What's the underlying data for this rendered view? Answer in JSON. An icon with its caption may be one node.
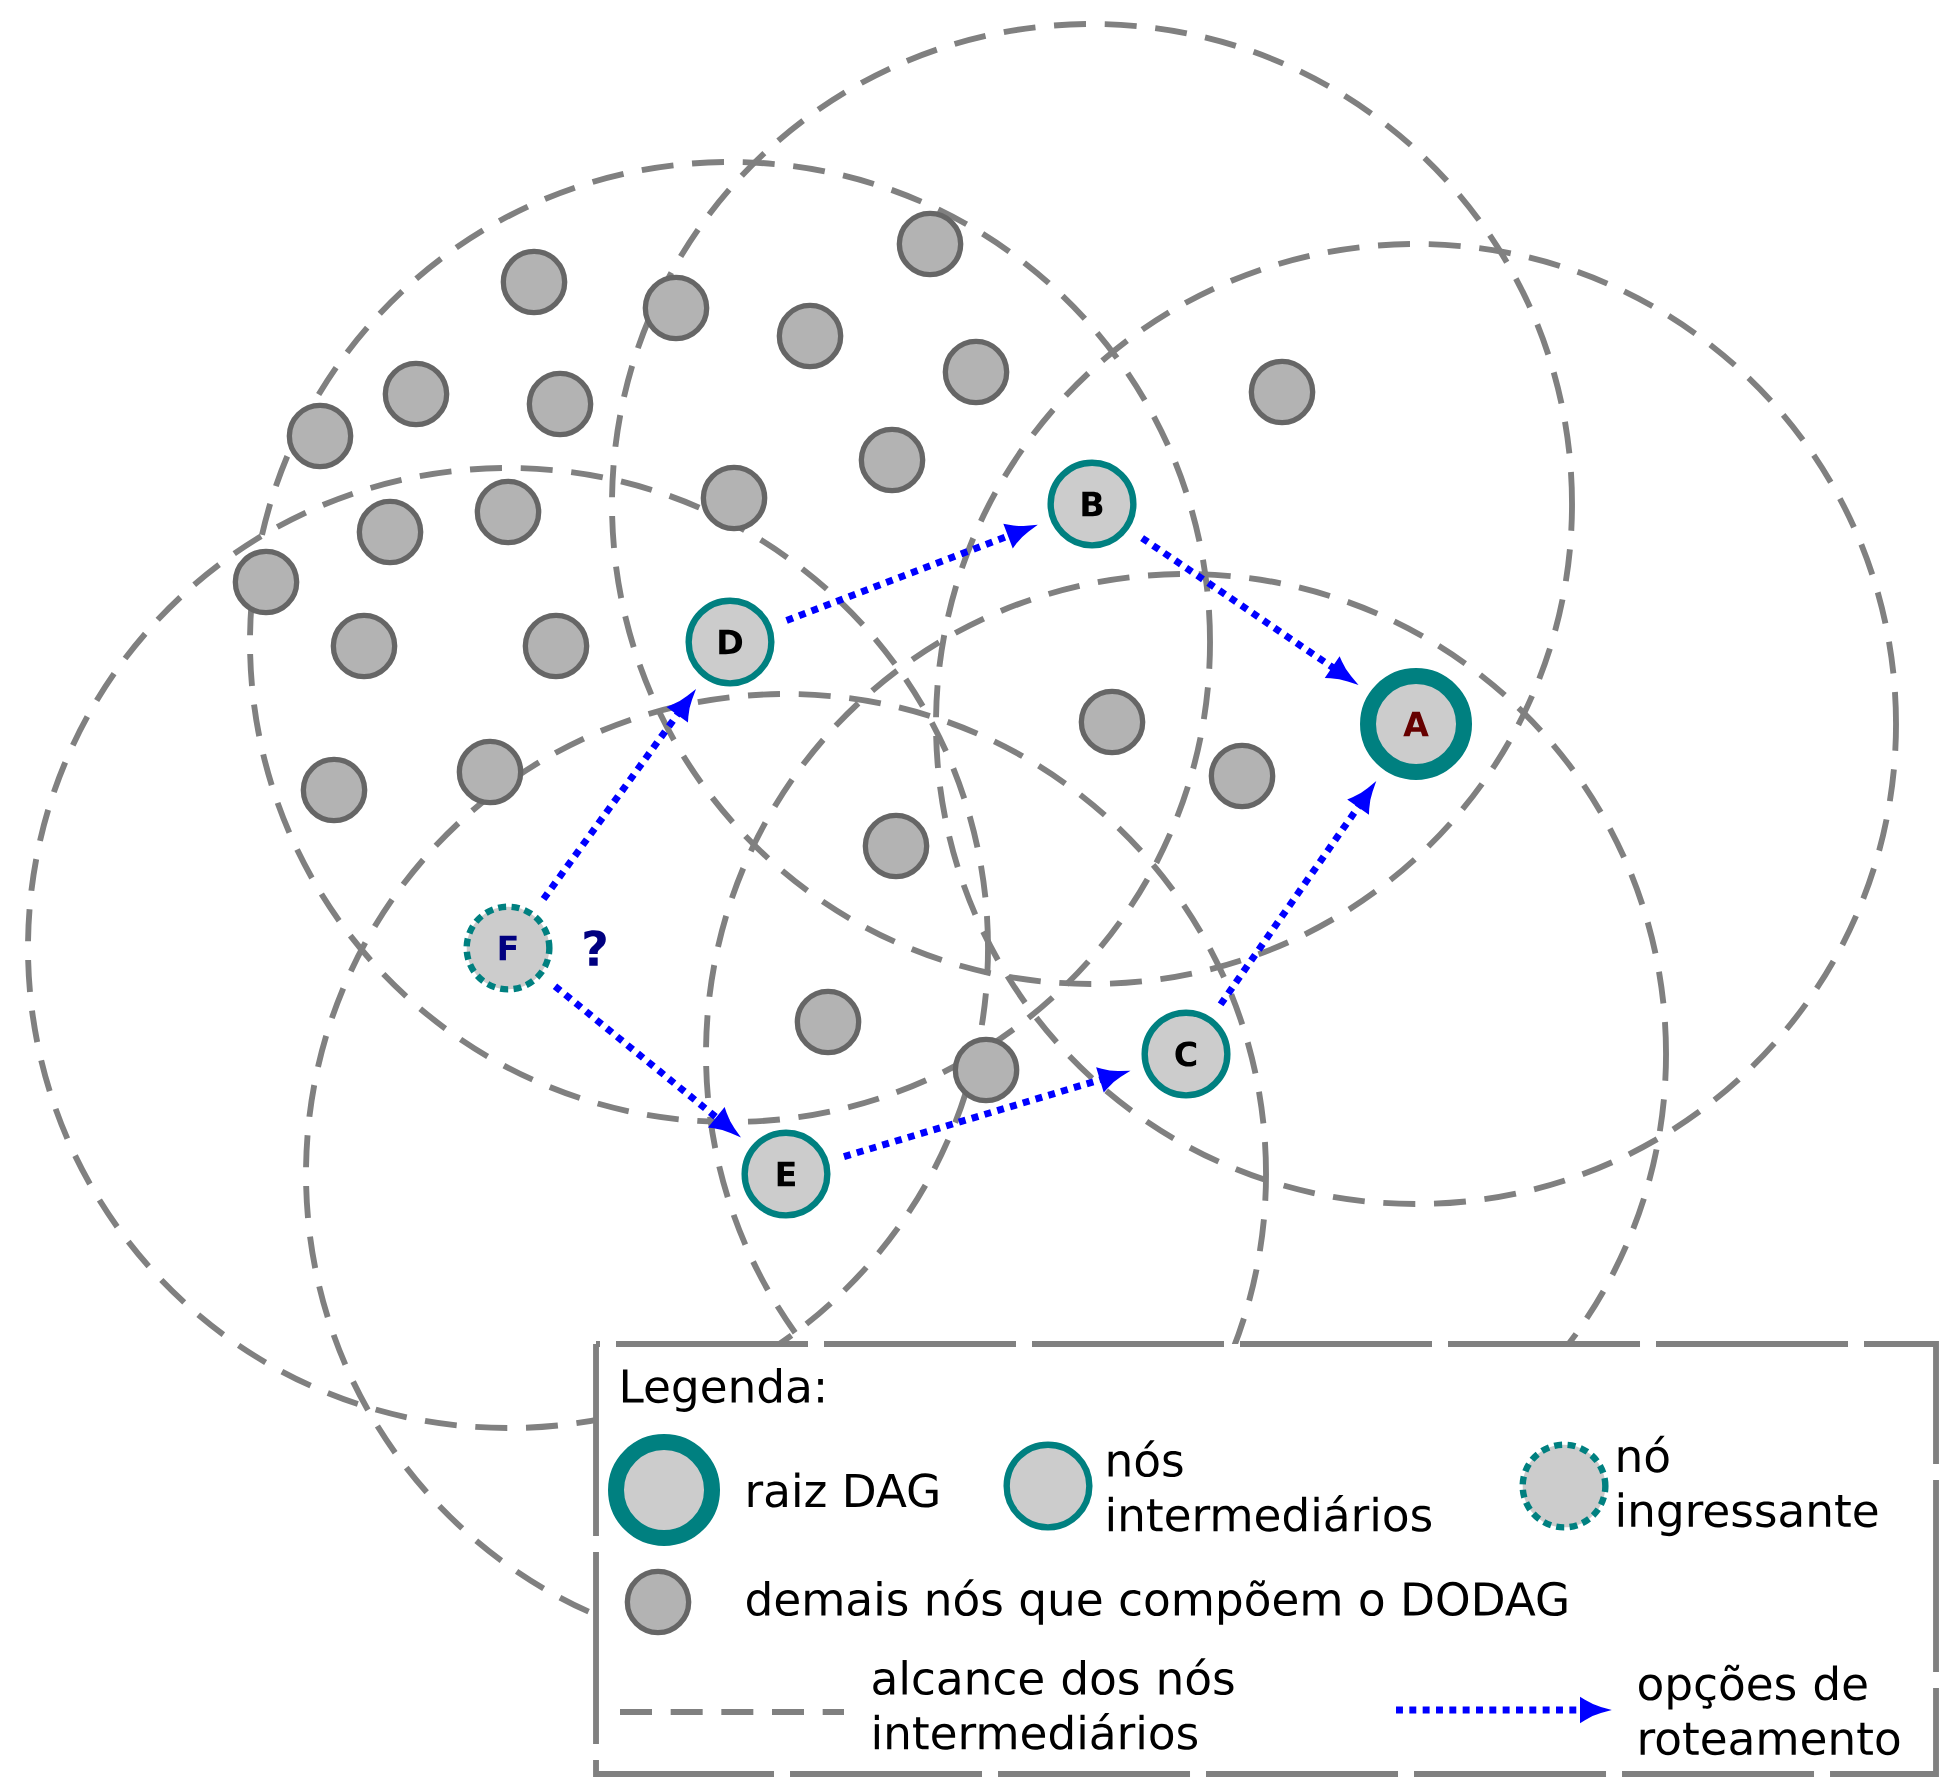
{
  "diagram": {
    "nodes": [
      {
        "text": [
          "A"
        ]
      },
      {
        "text": [
          "B"
        ]
      },
      {
        "text": [
          "C"
        ]
      },
      {
        "text": [
          "D"
        ]
      },
      {
        "text": [
          "E"
        ]
      },
      {
        "text": [
          "F"
        ],
        "beside": [
          "?"
        ]
      },
      {
        "text": [],
        "shape": "circle"
      },
      {
        "text": [],
        "shape": "circle"
      },
      {
        "text": [],
        "shape": "circle"
      },
      {
        "text": [],
        "shape": "circle"
      },
      {
        "text": [],
        "shape": "circle"
      },
      {
        "text": [],
        "shape": "circle"
      },
      {
        "text": [],
        "shape": "circle"
      },
      {
        "text": [],
        "shape": "circle"
      },
      {
        "text": [],
        "shape": "circle"
      },
      {
        "text": [],
        "shape": "circle"
      },
      {
        "text": [],
        "shape": "circle"
      },
      {
        "text": [],
        "shape": "circle"
      },
      {
        "text": [],
        "shape": "circle"
      },
      {
        "text": [],
        "shape": "circle"
      },
      {
        "text": [],
        "shape": "circle"
      },
      {
        "text": [],
        "shape": "circle"
      },
      {
        "text": [],
        "shape": "circle"
      },
      {
        "text": [],
        "shape": "circle"
      },
      {
        "text": [],
        "shape": "circle"
      },
      {
        "text": [],
        "shape": "circle"
      },
      {
        "text": [],
        "shape": "circle"
      },
      {
        "text": [],
        "shape": "circle"
      },
      {
        "text": [],
        "shape": "circle"
      }
    ],
    "edges": [
      {
        "from": 5,
        "to": 3,
        "arrow": "to"
      },
      {
        "from": 5,
        "to": 4,
        "arrow": "to"
      },
      {
        "from": 3,
        "to": 1,
        "arrow": "to"
      },
      {
        "from": 1,
        "to": 0,
        "arrow": "to"
      },
      {
        "from": 4,
        "to": 2,
        "arrow": "to"
      },
      {
        "from": 2,
        "to": 0,
        "arrow": "to"
      }
    ],
    "labels": [
      "Legenda:"
    ],
    "legend": [
      {
        "text": "raiz DAG"
      },
      {
        "text": "nós intermediários"
      },
      {
        "text": "nó ingressante"
      },
      {
        "text": "demais nós que compõem o DODAG"
      },
      {
        "text": "alcance dos nós intermediários"
      },
      {
        "text": "opções de roteamento"
      }
    ]
  }
}
